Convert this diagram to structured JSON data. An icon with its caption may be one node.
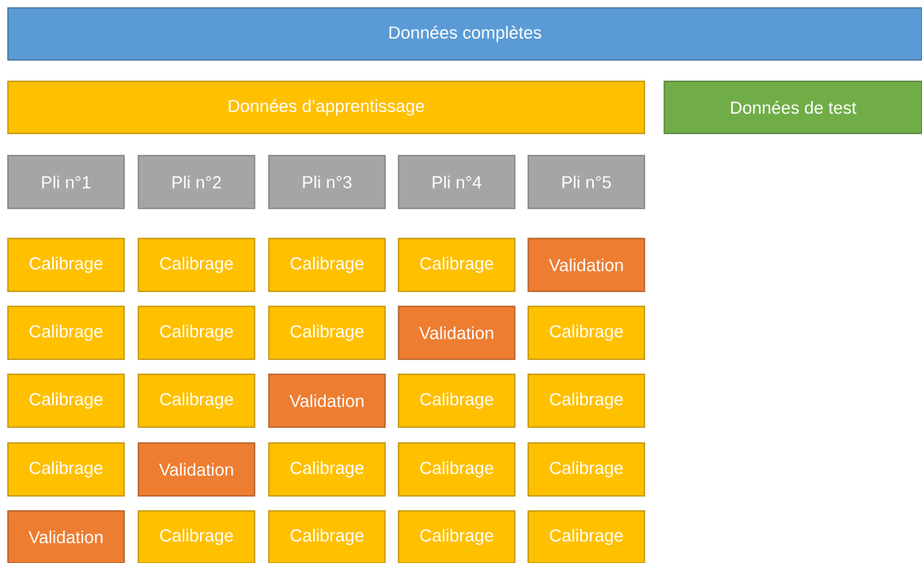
{
  "diagram": {
    "nodes": [
      {
        "text": [
          "Données complètes"
        ]
      },
      {
        "text": [
          "Données d’apprentissage"
        ]
      },
      {
        "text": [
          "Données de test"
        ]
      },
      {
        "text": [
          "Pli n°1"
        ]
      },
      {
        "text": [
          "Pli n°2"
        ]
      },
      {
        "text": [
          "Pli n°3"
        ]
      },
      {
        "text": [
          "Pli n°4"
        ]
      },
      {
        "text": [
          "Pli n°5"
        ]
      },
      {
        "text": [
          "Calibrage"
        ]
      },
      {
        "text": [
          "Calibrage"
        ]
      },
      {
        "text": [
          "Calibrage"
        ]
      },
      {
        "text": [
          "Calibrage"
        ]
      },
      {
        "text": [
          "Validation"
        ]
      },
      {
        "text": [
          "Calibrage"
        ]
      },
      {
        "text": [
          "Calibrage"
        ]
      },
      {
        "text": [
          "Calibrage"
        ]
      },
      {
        "text": [
          "Validation"
        ]
      },
      {
        "text": [
          "Calibrage"
        ]
      },
      {
        "text": [
          "Calibrage"
        ]
      },
      {
        "text": [
          "Calibrage"
        ]
      },
      {
        "text": [
          "Validation"
        ]
      },
      {
        "text": [
          "Calibrage"
        ]
      },
      {
        "text": [
          "Calibrage"
        ]
      },
      {
        "text": [
          "Calibrage"
        ]
      },
      {
        "text": [
          "Validation"
        ]
      },
      {
        "text": [
          "Calibrage"
        ]
      },
      {
        "text": [
          "Calibrage"
        ]
      },
      {
        "text": [
          "Calibrage"
        ]
      },
      {
        "text": [
          "Validation"
        ]
      },
      {
        "text": [
          "Calibrage"
        ]
      },
      {
        "text": [
          "Calibrage"
        ]
      },
      {
        "text": [
          "Calibrage"
        ]
      },
      {
        "text": [
          "Calibrage"
        ]
      }
    ]
  }
}
